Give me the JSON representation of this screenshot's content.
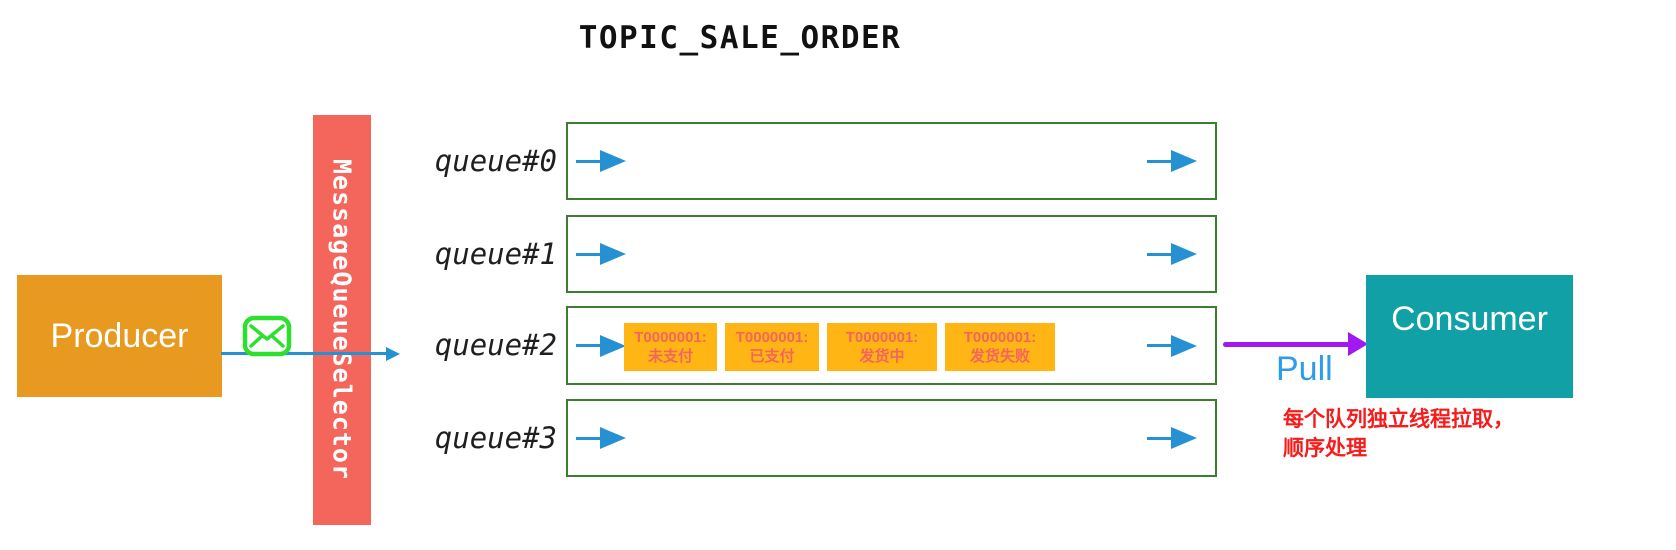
{
  "title": "TOPIC_SALE_ORDER",
  "producer": {
    "label": "Producer"
  },
  "selector": {
    "label": "MessageQueueSelector"
  },
  "consumer": {
    "label": "Consumer"
  },
  "pull": {
    "label": "Pull"
  },
  "note": {
    "line1": "每个队列独立线程拉取，",
    "line2": "顺序处理"
  },
  "queues": [
    {
      "label": "queue#0",
      "messages": []
    },
    {
      "label": "queue#1",
      "messages": []
    },
    {
      "label": "queue#2",
      "messages": [
        {
          "id": "T0000001:",
          "status": "未支付"
        },
        {
          "id": "T0000001:",
          "status": "已支付"
        },
        {
          "id": "T0000001:",
          "status": "发货中"
        },
        {
          "id": "T0000001:",
          "status": "发货失败"
        }
      ]
    },
    {
      "label": "queue#3",
      "messages": []
    }
  ],
  "icons": {
    "envelope": "envelope-icon",
    "flow_arrow": "arrow-right-icon"
  },
  "colors": {
    "producer_orange": "#E79A1F",
    "message_orange": "#FFB513",
    "selector_salmon": "#F4655C",
    "message_text_salmon": "#F4655C",
    "queue_border_green": "#3C7D31",
    "envelope_green": "#2EE02E",
    "arrow_blue": "#2591D2",
    "pull_arrow_purple": "#A218F0",
    "pull_text_blue": "#2F9CE9",
    "consumer_teal": "#11A0A6",
    "note_red": "#F71B1B"
  }
}
